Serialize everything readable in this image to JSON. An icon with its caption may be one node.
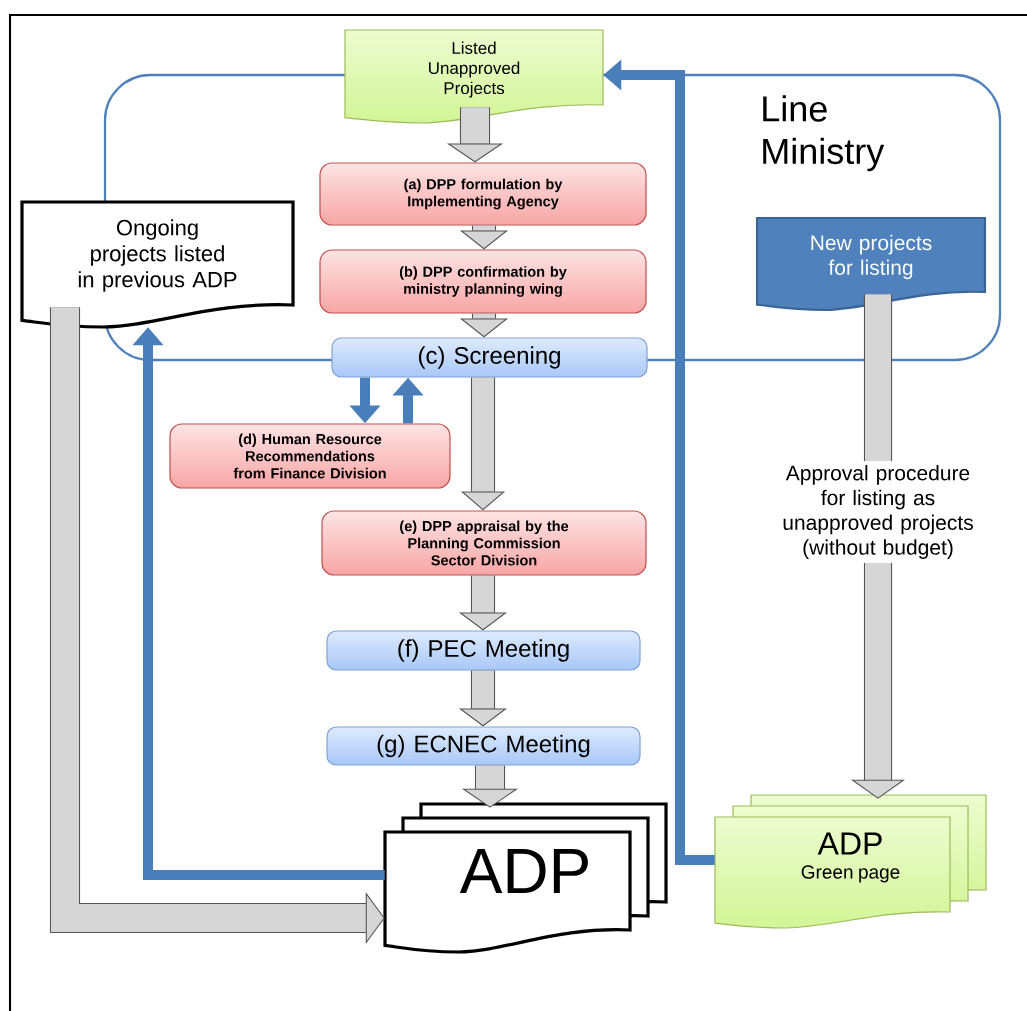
{
  "diagram": {
    "nodes": [
      {
        "text": [
          "Line Ministry"
        ]
      },
      {
        "text": [
          "Listed Unapproved Projects"
        ]
      },
      {
        "text": [
          "(a) DPP formulation by Implementing Agency"
        ],
        "in": 0
      },
      {
        "text": [
          "(b) DPP confirmation by ministry planning wing"
        ],
        "in": 0
      },
      {
        "text": [
          "New projects for listing"
        ],
        "in": 0
      },
      {
        "text": [
          "Ongoing projects listed in previous ADP"
        ]
      },
      {
        "text": [
          "(c) Screening"
        ]
      },
      {
        "text": [
          "(d) Human Resource Recommendations from Finance Division"
        ]
      },
      {
        "text": [
          "(e) DPP appraisal by the Planning Commission Sector Division"
        ]
      },
      {
        "text": [
          "(f) PEC Meeting"
        ]
      },
      {
        "text": [
          "(g) ECNEC Meeting"
        ]
      },
      {
        "text": [
          "ADP"
        ]
      },
      {
        "text": [
          "ADP",
          "Green page"
        ]
      }
    ],
    "edges": [
      {
        "from": 1,
        "to": 2,
        "arrow": "to"
      },
      {
        "from": 2,
        "to": 3,
        "arrow": "to"
      },
      {
        "from": 3,
        "to": 6,
        "arrow": "to"
      },
      {
        "from": 6,
        "to": 7,
        "arrow": "to",
        "color": "#4a7ebb"
      },
      {
        "from": 7,
        "to": 6,
        "arrow": "to",
        "color": "#4a7ebb"
      },
      {
        "from": 6,
        "to": 8,
        "arrow": "to"
      },
      {
        "from": 8,
        "to": 9,
        "arrow": "to"
      },
      {
        "from": 9,
        "to": 10,
        "arrow": "to"
      },
      {
        "from": 10,
        "to": 11,
        "arrow": "to"
      },
      {
        "from": 5,
        "to": 11,
        "arrow": "to"
      },
      {
        "from": 11,
        "to": 5,
        "arrow": "to",
        "color": "#4a7ebb"
      },
      {
        "from": 12,
        "to": 1,
        "arrow": "to",
        "color": "#4a7ebb"
      },
      {
        "from": 4,
        "to": 12,
        "arrow": "to",
        "label": "Approval procedure for listing as unapproved projects (without budget)"
      }
    ]
  }
}
